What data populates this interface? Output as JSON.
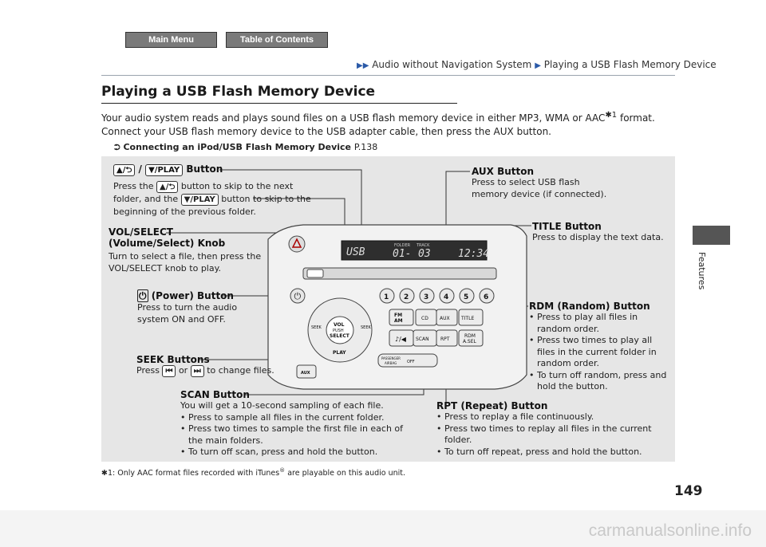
{
  "nav": {
    "main_menu": "Main Menu",
    "toc": "Table of Contents"
  },
  "breadcrumb": {
    "part1": "Audio without Navigation System",
    "part2": "Playing a USB Flash Memory Device"
  },
  "page": {
    "title": "Playing a USB Flash Memory Device",
    "intro_line1": "Your audio system reads and plays sound files on a USB flash memory device in either MP3, WMA or AAC",
    "intro_note": "1",
    "intro_line1_end": " format.",
    "intro_line2": "Connect your USB flash memory device to the USB adapter cable, then press the AUX button.",
    "link_text": "Connecting an iPod/USB Flash Memory Device",
    "link_page": "P.138",
    "section_tab": "Features",
    "page_number": "149",
    "footnote_pre": "1: Only AAC format files recorded with iTunes",
    "footnote_post": " are playable on this audio unit.",
    "watermark": "carmanualsonline.info"
  },
  "callouts": {
    "skip": {
      "heading_suffix": "Button",
      "text1": "Press the",
      "text2": "button to skip to the next",
      "text3": "folder, and the",
      "text4": "button to skip to the",
      "text5": "beginning of the previous folder.",
      "key_play": "PLAY"
    },
    "vol": {
      "h1": "VOL/SELECT",
      "h2": "(Volume/Select)  Knob",
      "t1": "Turn to select a file, then press the",
      "t2": "VOL/SELECT knob to play."
    },
    "power": {
      "heading": "(Power) Button",
      "t1": "Press to turn the audio",
      "t2": "system ON and OFF."
    },
    "seek": {
      "heading": "SEEK Buttons",
      "t_pre": "Press",
      "t_or": "or",
      "t_post": "to change files."
    },
    "scan": {
      "heading": "SCAN Button",
      "t1": "You will get a 10-second sampling of each file.",
      "bullets": [
        "Press to sample all files in the current folder.",
        "Press two times to sample the first file in each of the main folders.",
        "To turn off scan, press and hold the button."
      ]
    },
    "aux": {
      "heading": "AUX Button",
      "t1": "Press to select USB flash",
      "t2": "memory device (if connected)."
    },
    "title_btn": {
      "heading": "TITLE Button",
      "t1": "Press to display the text data."
    },
    "rdm": {
      "heading": "RDM (Random) Button",
      "bullets": [
        "Press to play all files in random order.",
        "Press two times to play all files in the current folder in random order.",
        "To turn off random, press and hold the button."
      ]
    },
    "rpt": {
      "heading": "RPT (Repeat) Button",
      "bullets": [
        "Press to replay a file continuously.",
        "Press two times to replay all files in the current folder.",
        "To turn off repeat, press and hold the button."
      ]
    }
  },
  "unit": {
    "display_usb": "USB",
    "display_folder_label": "FOLDER",
    "display_track_label": "TRACK",
    "display_folder": "01-",
    "display_track": "03",
    "display_time": "12:34",
    "presets": [
      "1",
      "2",
      "3",
      "4",
      "5",
      "6"
    ],
    "btn_fm": "FM",
    "btn_am": "AM",
    "btn_cd": "CD",
    "btn_aux": "AUX",
    "btn_title": "TITLE",
    "btn_scan": "SCAN",
    "btn_rpt": "RPT",
    "btn_rdm": "RDM",
    "btn_asel": "A.SEL",
    "knob_vol": "VOL",
    "knob_push": "PUSH",
    "knob_select": "SELECT",
    "knob_play": "PLAY",
    "seek_l": "SEEK",
    "seek_r": "SEEK",
    "aux_jack": "AUX",
    "airbag_1": "PASSENGER",
    "airbag_2": "AIRBAG",
    "airbag_off": "OFF"
  }
}
